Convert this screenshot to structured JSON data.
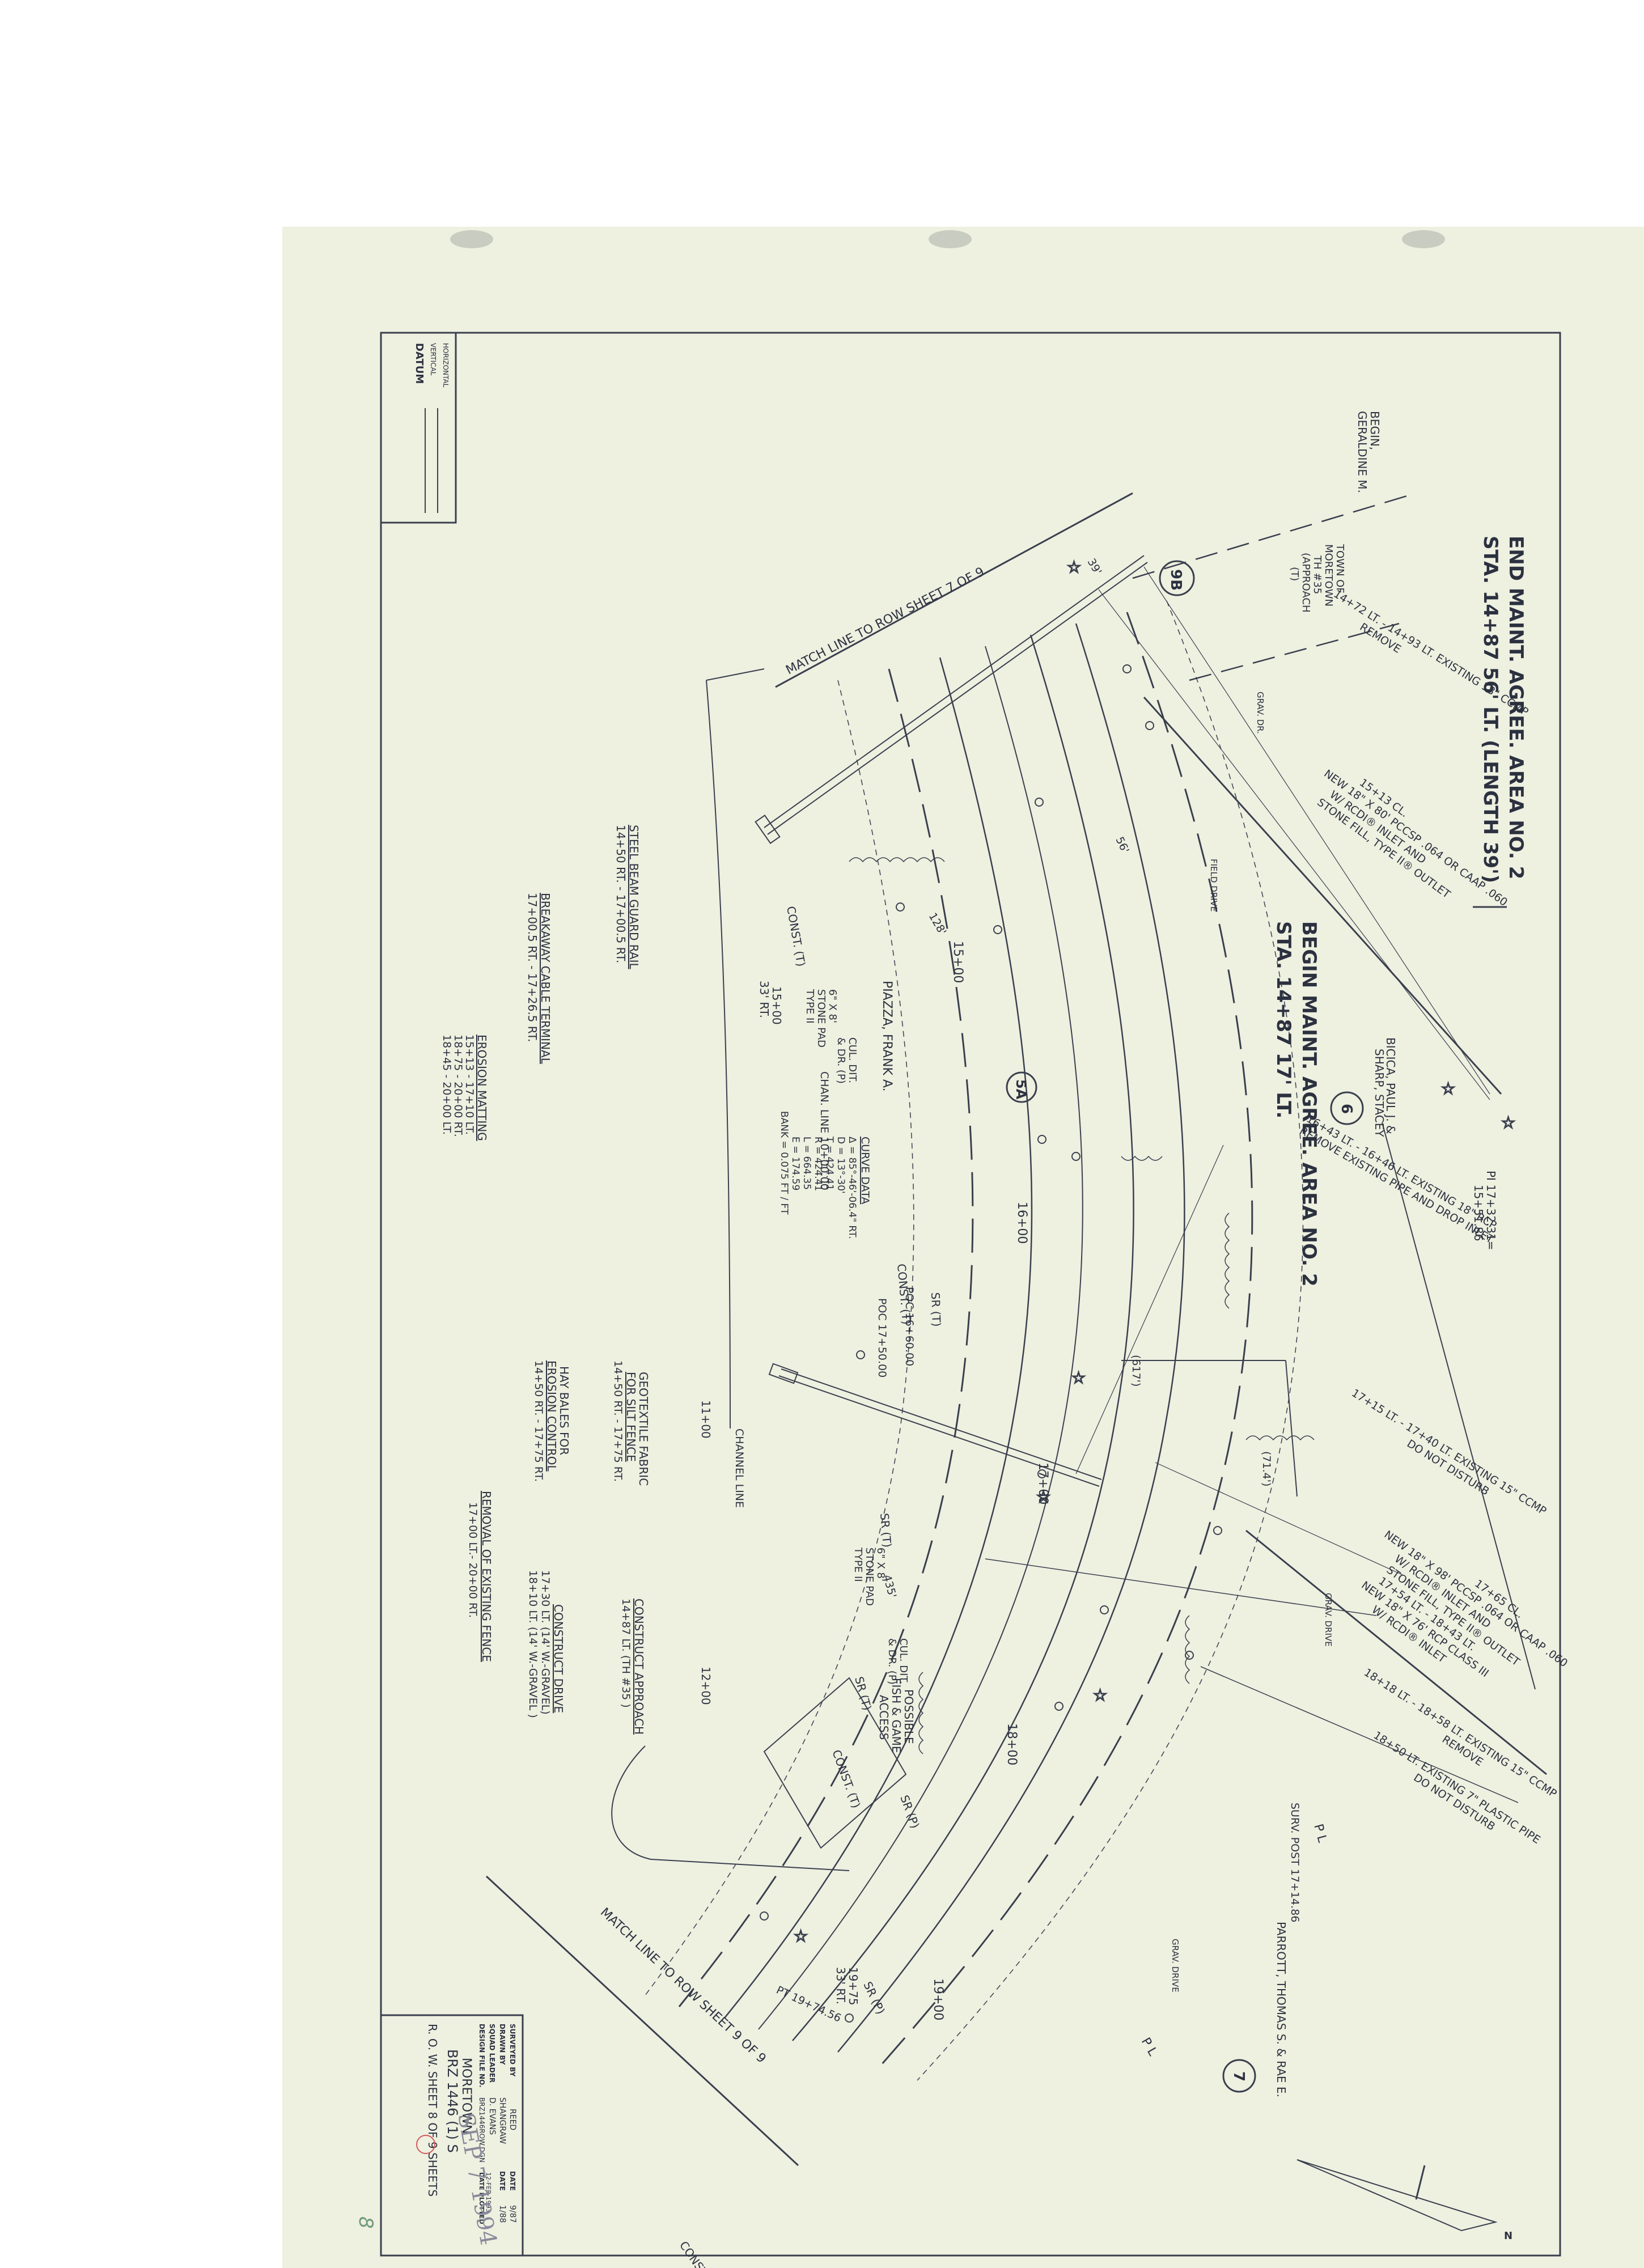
{
  "plan": {
    "end_maint_line1": "END MAINT. AGREE. AREA NO. 2",
    "end_maint_line2": "STA. 14+87  56' LT. (LENGTH 39')",
    "begin_maint_line1": "BEGIN MAINT. AGREE. AREA NO. 2",
    "begin_maint_line2": "STA. 14+87  17' LT.",
    "match_line_top": "MATCH LINE TO ROW SHEET 7 OF 9",
    "match_line_bottom": "MATCH LINE TO ROW SHEET 9 OF 9",
    "const_t": "CONST. (T)",
    "sr_t": "SR (T)",
    "sr_p": "SR (P)",
    "pl": "P L",
    "parcel_9b": "9B",
    "parcel_5a": "5A",
    "parcel_6": "6",
    "parcel_7": "7",
    "owner_begin": "BEGIN,",
    "owner_begin2": "GERALDINE M.",
    "owner_town1": "TOWN OF",
    "owner_town2": "MORETOWN",
    "owner_town3": "TH #35",
    "owner_town4": "(APPROACH",
    "owner_town5": "(T)",
    "owner_piazza": "PIAZZA, FRANK A.",
    "owner_bicica1": "BICICA, PAUL J. &",
    "owner_bicica2": "SHARP, STACEY",
    "owner_parrott": "PARROTT, THOMAS S. & RAE E.",
    "note_remove_18": "14+72 LT. - 14+93 LT. EXISTING 18\" CCMP",
    "note_remove_18b": "REMOVE",
    "note_1513_a": "15+13 CL.",
    "note_1513_b": "NEW 18\" X 80' PCCSP .064 OR CAAP .060",
    "note_1513_c": "W/ RCDI® INLET AND",
    "note_1513_d": "STONE FILL, TYPE II® OUTLET",
    "note_1643_a": "16+43 LT. - 16+46 LT. EXISTING 18\" RCP",
    "note_1643_b": "REMOVE EXISTING PIPE AND DROP INLET",
    "note_1715_a": "17+15 LT. - 17+40 LT. EXISTING 15\" CCMP",
    "note_1715_b": "DO NOT DISTURB",
    "note_1765_a": "17+65 CL.",
    "note_1765_b": "NEW 18\" X 98' PCCSP .064 OR CAAP .060",
    "note_1765_c": "W/ RCDI® INLET AND",
    "note_1765_d": "STONE FILL, TYPE II® OUTLET",
    "note_1765_e": "17+54 LT. - 18+43 LT.",
    "note_1765_f": "NEW 18\" X 76' RCP CLASS III",
    "note_1765_g": "W/ RCDI® INLET",
    "note_1818_a": "18+18 LT. - 18+58 LT. EXISTING 15\" CCMP",
    "note_1818_b": "REMOVE",
    "note_1850_a": "18+50 LT. EXISTING 7\" PLASTIC PIPE",
    "note_1850_b": "DO NOT DISTURB",
    "pi": "PI 17+32.31=",
    "pi2": "15+51.86",
    "curve_title": "CURVE DATA",
    "curve_delta": "Δ = 85°-46'-06.4\" RT.",
    "curve_d": "D = 13°-30'",
    "curve_t": "T = 424.41",
    "curve_r": "R = 424.41",
    "curve_l": "L = 664.35",
    "curve_e": "E = 174.59",
    "curve_bank": "BANK = 0.075 FT / FT",
    "poc1": "POC 16+60.00",
    "poc2": "POC 17+50.00",
    "chan_line": "CHAN. LINE 10+00.00",
    "channel_line": "CHANNEL LINE",
    "sta_1500": "15+00",
    "sta_1600": "16+00",
    "sta_1700": "17+00",
    "sta_1800": "18+00",
    "sta_1900": "19+00",
    "sta_1100": "11+00",
    "sta_1200": "12+00",
    "sta_1500rt": "15+00",
    "sta_33rt": "33' RT.",
    "sta_1975": "19+75",
    "sta_1975b": "33' RT.",
    "stone_pad": "6\" X 8'",
    "stone_pad2": "STONE PAD",
    "stone_pad3": "TYPE II",
    "cul_dit": "CUL. DIT.",
    "cul_dit2": "& DR. (P)",
    "surv_post": "SURV. POST 17+14.86",
    "possible1": "POSSIBLE",
    "possible2": "FISH & GAME",
    "possible3": "ACCESS",
    "pt": "PT 19+74.56",
    "grav_dr": "GRAV. DR.",
    "field_drive": "FIELD DRIVE",
    "grav_drive": "GRAV. DRIVE",
    "dim_128": "128'",
    "dim_617": "(617')",
    "dim_714": "(71.4')",
    "dim_435": "435'",
    "dim_56": "56'",
    "dim_39": "39'",
    "stamp_date": "SEP 7 1994",
    "page_mark": "8"
  },
  "legend": {
    "steel_title": "STEEL BEAM GUARD RAIL",
    "steel_range": "14+50 RT. - 17+00.5 RT.",
    "break_title": "BREAKAWAY CABLE TERMINAL",
    "break_range": "17+00.5 RT. - 17+26.5 RT.",
    "erosion_title": "EROSION MATTING",
    "erosion_r1": "15+13 - 17+10 LT.",
    "erosion_r2": "18+75 - 20+00 RT.",
    "erosion_r3": "18+45 - 20+00 LT.",
    "geo_title1": "GEOTEXTILE FABRIC",
    "geo_title2": "FOR SILT FENCE",
    "geo_range": "14+50 RT. - 17+75 RT.",
    "hay_title1": "HAY BALES FOR",
    "hay_title2": "EROSION CONTROL",
    "hay_range": "14+50 RT. - 17+75 RT.",
    "approach_title": "CONSTRUCT APPROACH",
    "approach_range": "14+87 LT. (TH #35 )",
    "fence_title": "REMOVAL OF EXISTING FENCE",
    "fence_range": "17+00 LT.- 20+00 RT.",
    "drive_title": "CONSTRUCT DRIVE",
    "drive_r1": "17+30 LT. (14' W.-GRAVEL)",
    "drive_r2": "18+10 LT. (14' W.-GRAVEL )"
  },
  "datum": {
    "title": "DATUM",
    "vertical": "VERTICAL",
    "horizontal": "HORIZONTAL"
  },
  "title_block": {
    "surveyed_by_label": "SURVEYED BY",
    "surveyed_by": "REED",
    "date_label": "DATE",
    "survey_date": "9/87",
    "drawn_by_label": "DRAWN BY",
    "drawn_by": "SHANGRAW",
    "drawn_date": "1/88",
    "squad_leader_label": "SQUAD LEADER",
    "squad_leader": "D. EVANS",
    "design_file_label": "DESIGN FILE NO.",
    "design_file": "BRZ1446ROW.DGN",
    "date_plotted_label": "DATE PLOTTED",
    "date_plotted": "12-FEB-1993",
    "town": "MORETOWN",
    "project": "BRZ 1446 (1) S",
    "sheet": "R. O. W. SHEET 8 OF 9 SHEETS"
  },
  "north_arrow": {
    "letter": "N"
  },
  "colors": {
    "paper": "#eef0e0",
    "ink": "#2c3140",
    "pencil_stamp": "#8a8a9a",
    "margin_mark": "#6f9a7a",
    "circle_mark": "#d25a5a"
  }
}
